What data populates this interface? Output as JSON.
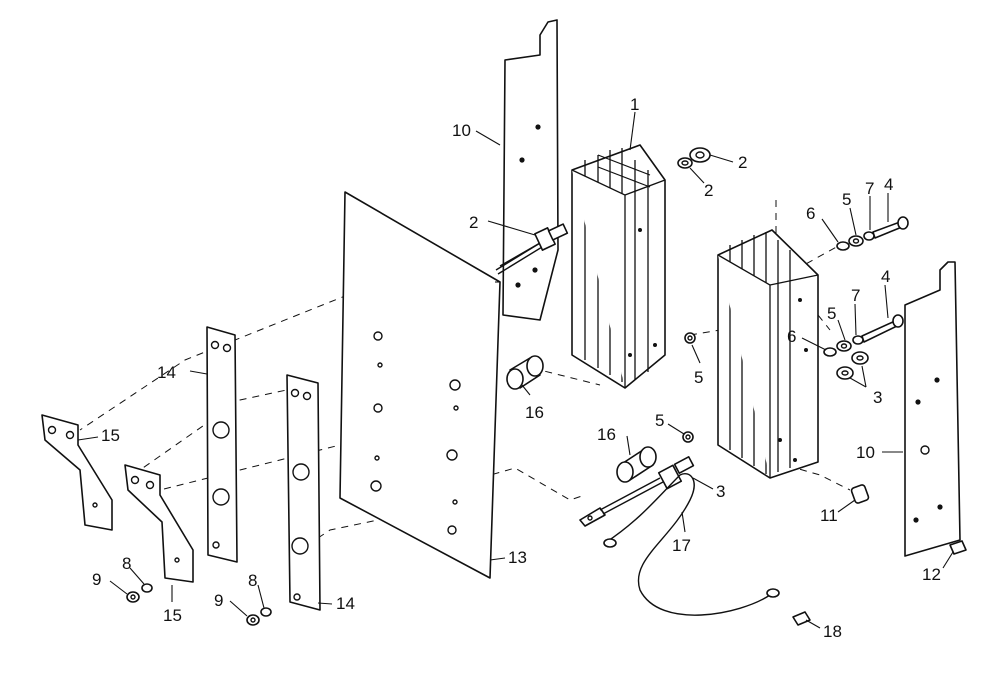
{
  "callouts": {
    "c1": "1",
    "c2a": "2",
    "c2b": "2",
    "c2c": "2",
    "c3a": "3",
    "c3b": "3",
    "c4a": "4",
    "c4b": "4",
    "c5a": "5",
    "c5b": "5",
    "c5c": "5",
    "c5d": "5",
    "c6a": "6",
    "c6b": "6",
    "c7a": "7",
    "c7b": "7",
    "c8a": "8",
    "c8b": "8",
    "c9a": "9",
    "c9b": "9",
    "c10a": "10",
    "c10b": "10",
    "c11": "11",
    "c12": "12",
    "c13": "13",
    "c14a": "14",
    "c14b": "14",
    "c15a": "15",
    "c15b": "15",
    "c16a": "16",
    "c16b": "16",
    "c17": "17",
    "c18": "18"
  },
  "colors": {
    "ink": "#111111",
    "paper": "#ffffff"
  }
}
